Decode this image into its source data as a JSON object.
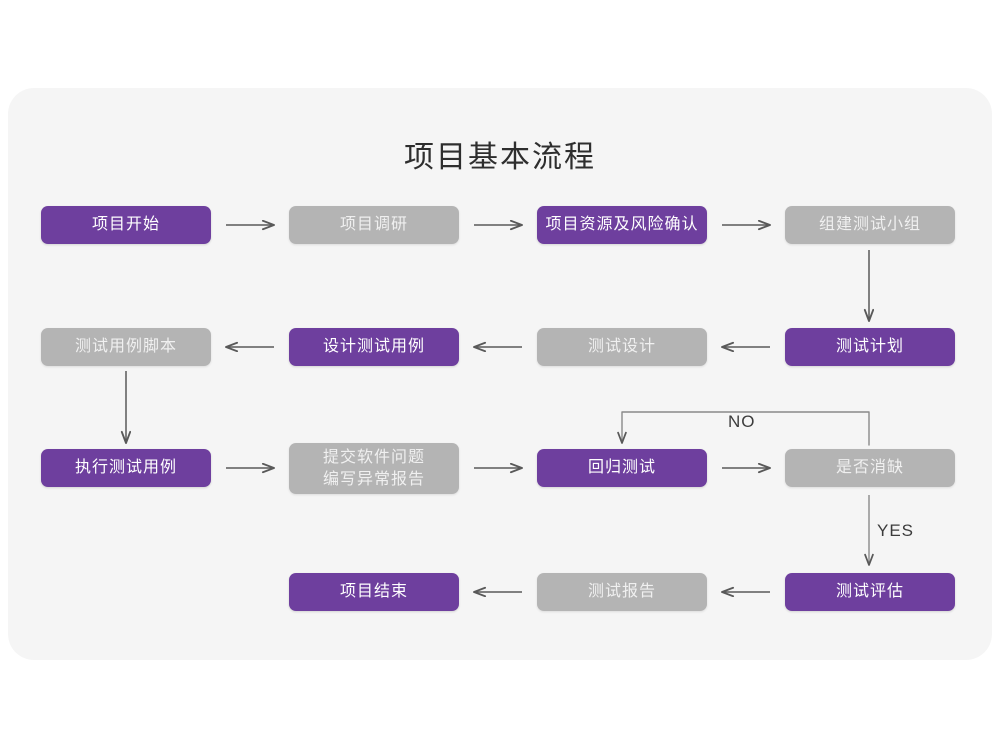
{
  "page": {
    "background_color": "#ffffff",
    "card_color": "#f5f5f5",
    "title": "项目基本流程"
  },
  "theme": {
    "purple": "#6e3f9e",
    "gray": "#b4b4b4",
    "arrow_color": "#595959",
    "title_color": "#2e2e2e"
  },
  "chart_data": {
    "type": "diagram",
    "title": "项目基本流程",
    "nodes": [
      {
        "id": "n1",
        "label": "项目开始",
        "style": "purple",
        "row": 1,
        "col": 1
      },
      {
        "id": "n2",
        "label": "项目调研",
        "style": "gray",
        "row": 1,
        "col": 2
      },
      {
        "id": "n3",
        "label": "项目资源及风险确认",
        "style": "purple",
        "row": 1,
        "col": 3
      },
      {
        "id": "n4",
        "label": "组建测试小组",
        "style": "gray",
        "row": 1,
        "col": 4
      },
      {
        "id": "n5",
        "label": "测试用例脚本",
        "style": "gray",
        "row": 2,
        "col": 1
      },
      {
        "id": "n6",
        "label": "设计测试用例",
        "style": "purple",
        "row": 2,
        "col": 2
      },
      {
        "id": "n7",
        "label": "测试设计",
        "style": "gray",
        "row": 2,
        "col": 3
      },
      {
        "id": "n8",
        "label": "测试计划",
        "style": "purple",
        "row": 2,
        "col": 4
      },
      {
        "id": "n9",
        "label": "执行测试用例",
        "style": "purple",
        "row": 3,
        "col": 1
      },
      {
        "id": "n10",
        "label": "提交软件问题\n编写异常报告",
        "style": "gray",
        "row": 3,
        "col": 2
      },
      {
        "id": "n11",
        "label": "回归测试",
        "style": "purple",
        "row": 3,
        "col": 3
      },
      {
        "id": "n12",
        "label": "是否消缺",
        "style": "gray",
        "row": 3,
        "col": 4
      },
      {
        "id": "n13",
        "label": "项目结束",
        "style": "purple",
        "row": 4,
        "col": 2
      },
      {
        "id": "n14",
        "label": "测试报告",
        "style": "gray",
        "row": 4,
        "col": 3
      },
      {
        "id": "n15",
        "label": "测试评估",
        "style": "purple",
        "row": 4,
        "col": 4
      }
    ],
    "edges": [
      {
        "from": "n1",
        "to": "n2",
        "direction": "right",
        "label": ""
      },
      {
        "from": "n2",
        "to": "n3",
        "direction": "right",
        "label": ""
      },
      {
        "from": "n3",
        "to": "n4",
        "direction": "right",
        "label": ""
      },
      {
        "from": "n4",
        "to": "n8",
        "direction": "down",
        "label": ""
      },
      {
        "from": "n8",
        "to": "n7",
        "direction": "left",
        "label": ""
      },
      {
        "from": "n7",
        "to": "n6",
        "direction": "left",
        "label": ""
      },
      {
        "from": "n6",
        "to": "n5",
        "direction": "left",
        "label": ""
      },
      {
        "from": "n5",
        "to": "n9",
        "direction": "down",
        "label": ""
      },
      {
        "from": "n9",
        "to": "n10",
        "direction": "right",
        "label": ""
      },
      {
        "from": "n10",
        "to": "n11",
        "direction": "right",
        "label": ""
      },
      {
        "from": "n11",
        "to": "n12",
        "direction": "right",
        "label": ""
      },
      {
        "from": "n12",
        "to": "n11",
        "direction": "loop-up-left",
        "label": "NO"
      },
      {
        "from": "n12",
        "to": "n15",
        "direction": "down",
        "label": "YES"
      },
      {
        "from": "n15",
        "to": "n14",
        "direction": "left",
        "label": ""
      },
      {
        "from": "n14",
        "to": "n13",
        "direction": "left",
        "label": ""
      }
    ],
    "branch_labels": [
      {
        "id": "lbl-no",
        "text": "NO"
      },
      {
        "id": "lbl-yes",
        "text": "YES"
      }
    ]
  }
}
